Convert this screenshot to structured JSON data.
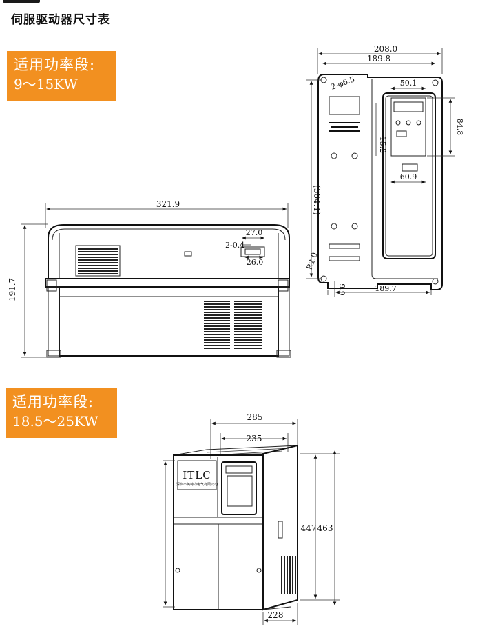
{
  "page": {
    "title": "伺服驱动器尺寸表"
  },
  "section1": {
    "badge_line1": "适用功率段:",
    "badge_line2": "9～15KW",
    "top_view": {
      "width_dim": "321.9",
      "height_dim": "191.7",
      "dim_27": "27.0",
      "dim_2_04": "2-0.4",
      "dim_26": "26.0"
    },
    "front_view": {
      "width_overall": "208.0",
      "width_holes": "189.8",
      "holes": "2-φ6.5",
      "keypad_width": "50.1",
      "keypad_height": "84.8",
      "offset_152": "15.2",
      "height_holes": "(304.1)",
      "keypad_bottom": "60.9",
      "corner_radius": "R2.0",
      "bottom_width": "189.7",
      "bottom_offset": "9.9"
    }
  },
  "section2": {
    "badge_line1": "适用功率段:",
    "badge_line2": "18.5～25KW",
    "iso_view": {
      "width_285": "285",
      "width_235": "235",
      "height_447": "447",
      "height_463": "463",
      "depth_228": "228",
      "logo": "ITLC",
      "logo_sub": "深圳市英特力电气有限公司"
    }
  }
}
